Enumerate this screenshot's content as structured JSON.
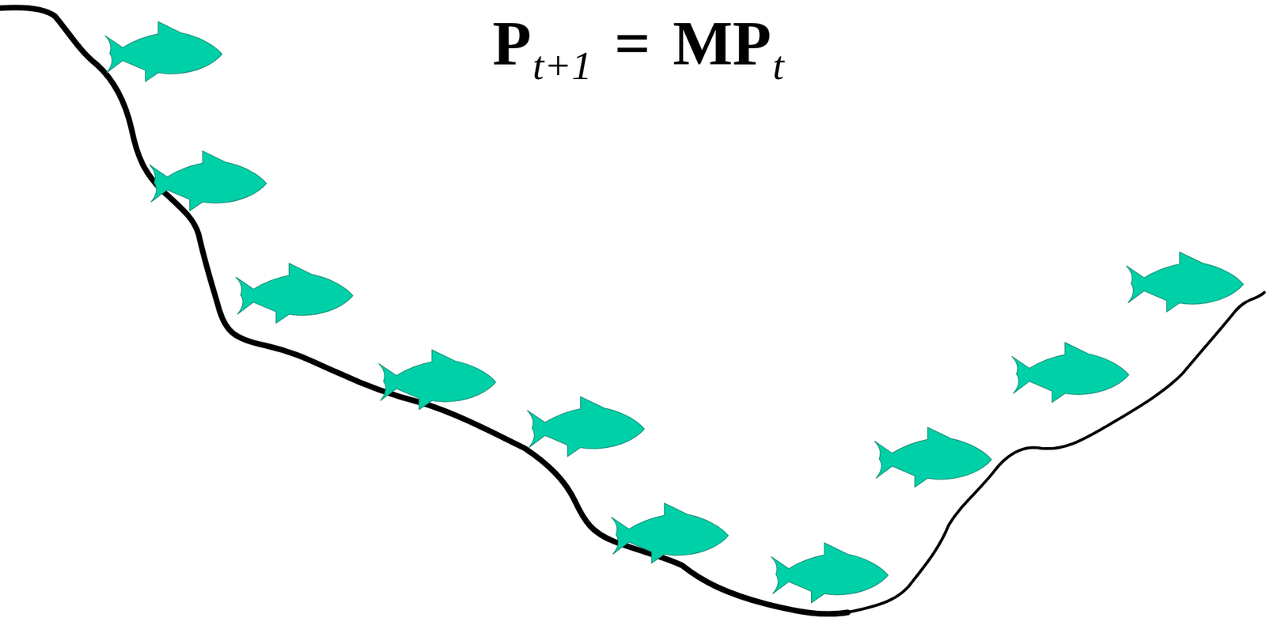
{
  "diagram": {
    "labels": [
      "P",
      "t+1",
      "=",
      "MP",
      "t"
    ]
  }
}
